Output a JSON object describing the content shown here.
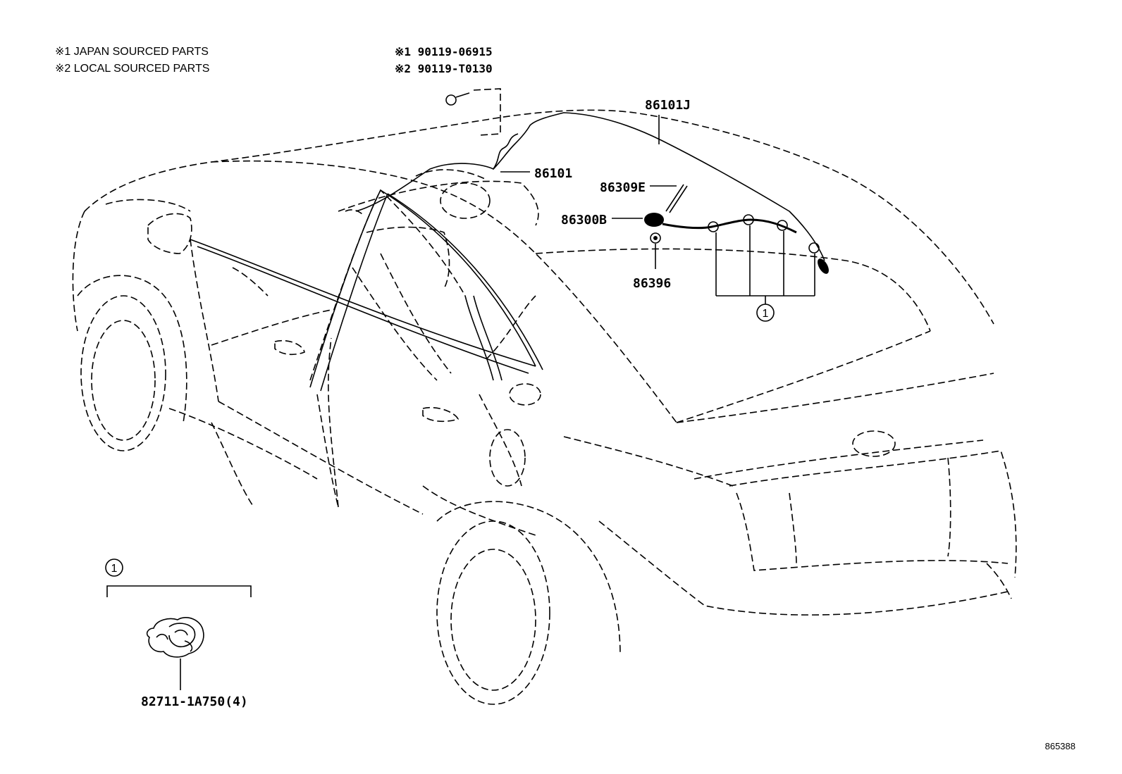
{
  "legend": {
    "line1": "※1 JAPAN SOURCED PARTS",
    "line2": "※2 LOCAL SOURCED PARTS"
  },
  "screw_note": {
    "line1": "※1 90119-06915",
    "line2": "※2 90119-T0130"
  },
  "callouts": {
    "antenna_cord_j": "86101J",
    "antenna_cord": "86101",
    "antenna_pole": "86309E",
    "antenna_base": "86300B",
    "antenna_nut": "86396",
    "clamp_group": "1",
    "clamp_detail_group": "1",
    "clamp_part": "82711-1A750(4)"
  },
  "figure_ref": "865388"
}
